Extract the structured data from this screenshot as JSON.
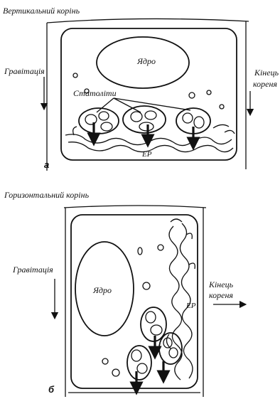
{
  "panel_a": {
    "title": "Вертикальний корінь",
    "gravity_label": "Гравітація",
    "nucleus_label": "Ядро",
    "statoliths_label": "Статоліти",
    "er_label": "ЕР",
    "root_tip_line1": "Кінець",
    "root_tip_line2": "кореня",
    "panel_letter": "а"
  },
  "panel_b": {
    "title": "Горизонтальний корінь",
    "gravity_label": "Гравітація",
    "nucleus_label": "Ядро",
    "er_label": "ЕР",
    "root_tip_line1": "Кінець",
    "root_tip_line2": "кореня",
    "panel_letter": "б"
  }
}
